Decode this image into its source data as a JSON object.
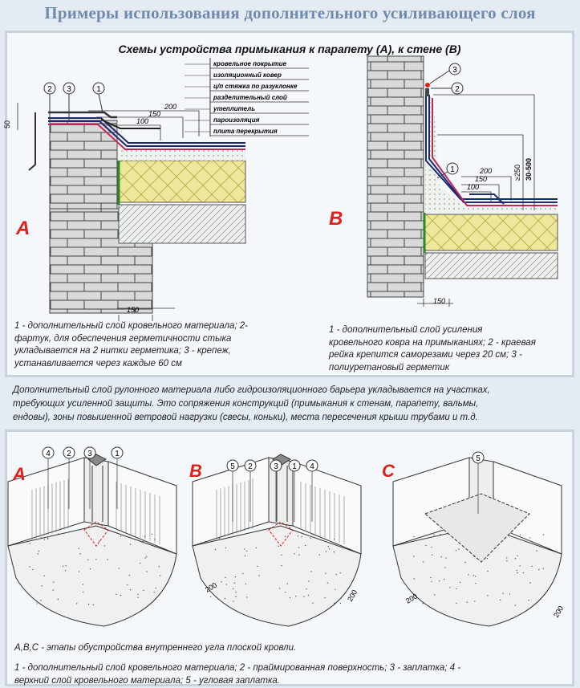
{
  "title": "Примеры использования дополнительного усиливающего слоя",
  "top_panel": {
    "subtitle": "Схемы устройства примыкания к парапету (А), к стене (В)",
    "layer_labels": [
      "кровельное покрытие",
      "изоляционный ковер",
      "ц/п стяжка по разуклонке",
      "разделительный слой",
      "утеплитель",
      "пароизоляция",
      "плита перекрытия"
    ],
    "diagram_a": {
      "letter": "A",
      "callouts": [
        "2",
        "3",
        "1"
      ],
      "dims": {
        "d200": "200",
        "d150": "150",
        "d100": "100",
        "d50": "50",
        "bottom150": "150"
      },
      "caption": [
        "1 - дополнительный слой кровельного материала; 2-",
        "фартук, для обеспечения герметичности стыка",
        "укладывается на 2 нитки герметика; 3 - крепеж,",
        "устанавливается через каждые 60 см"
      ]
    },
    "diagram_b": {
      "letter": "B",
      "callouts": [
        "3",
        "2",
        "1"
      ],
      "dims": {
        "d200": "200",
        "d150": "150",
        "d100": "100",
        "dmin": "≥250",
        "drange": "30-500",
        "bottom150": "150"
      },
      "caption": [
        "1 - дополнительный слой усиления",
        "кровельного ковра на примыканиях; 2 - краевая",
        "рейка крепится саморезами через 20 см; 3 -",
        "полиуретановый герметик"
      ]
    }
  },
  "paragraph": [
    "Дополнительный слой рулонного материала либо гидроизоляционного барьера укладывается на участках,",
    "требующих усиленной защиты. Это сопряжения конструкций (примыкания к стенам, парапету, вальмы,",
    "ендовы), зоны повышенной ветровой нагрузки (свесы, коньки), места пересечения крыши трубами и т.д."
  ],
  "bottom_panel": {
    "stage_a": {
      "letter": "A",
      "callouts": [
        "4",
        "2",
        "3",
        "1"
      ]
    },
    "stage_b": {
      "letter": "B",
      "callouts": [
        "5",
        "2",
        "3",
        "1",
        "4"
      ],
      "dims": [
        "200",
        "200"
      ]
    },
    "stage_c": {
      "letter": "C",
      "callouts": [
        "5"
      ],
      "dims": [
        "200",
        "200"
      ]
    },
    "caption1": "A,B,C - этапы обустройства внутреннего угла плоской кровли.",
    "caption2": "1 - дополнительный слой кровельного материала; 2 - праймированная поверхность; 3 - заплатка; 4 -",
    "caption3": "верхний слой кровельного материала; 5 - угловая заплатка."
  },
  "colors": {
    "accent_red": "#e0201b",
    "title_blue": "#6f8bb0",
    "insulation": "#e8e48a",
    "membrane": "#1d2a6e"
  }
}
